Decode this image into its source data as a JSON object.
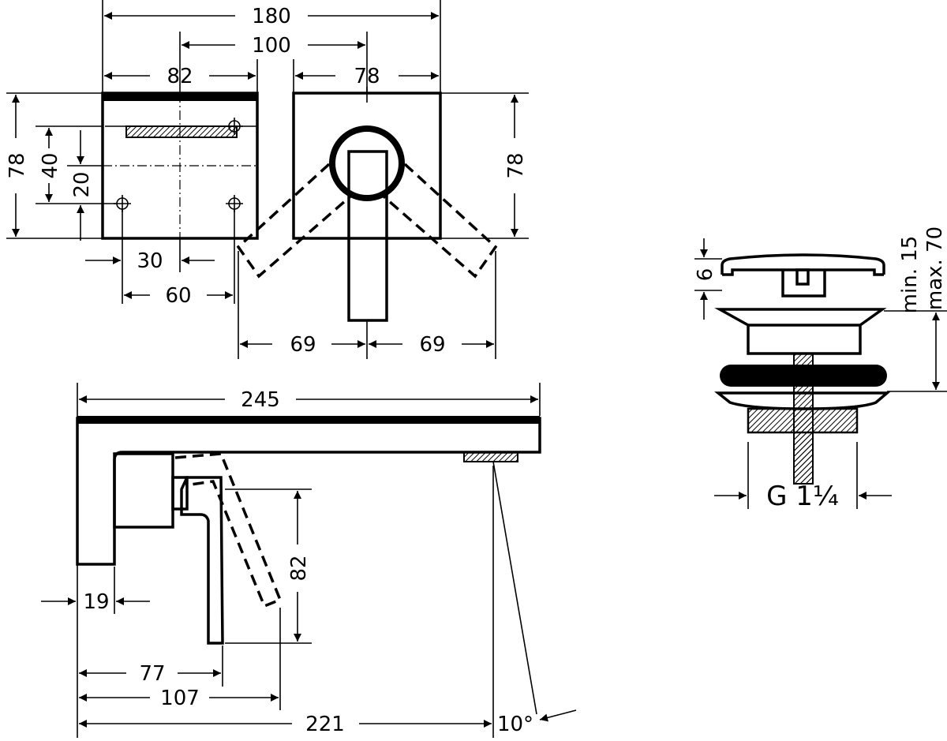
{
  "dimensions": {
    "width_180": "180",
    "width_100": "100",
    "width_82_top": "82",
    "width_78_top": "78",
    "height_78_left": "78",
    "height_40": "40",
    "height_20": "20",
    "height_78_right": "78",
    "spacing_30": "30",
    "spacing_60": "60",
    "swing_69_left": "69",
    "swing_69_right": "69",
    "length_245": "245",
    "depth_19": "19",
    "lever_82": "82",
    "reach_77": "77",
    "reach_107": "107",
    "reach_221": "221",
    "angle_10": "10°",
    "cap_6": "6",
    "range_min": "min. 15",
    "range_max": "max. 70",
    "thread": "G 1¼"
  }
}
